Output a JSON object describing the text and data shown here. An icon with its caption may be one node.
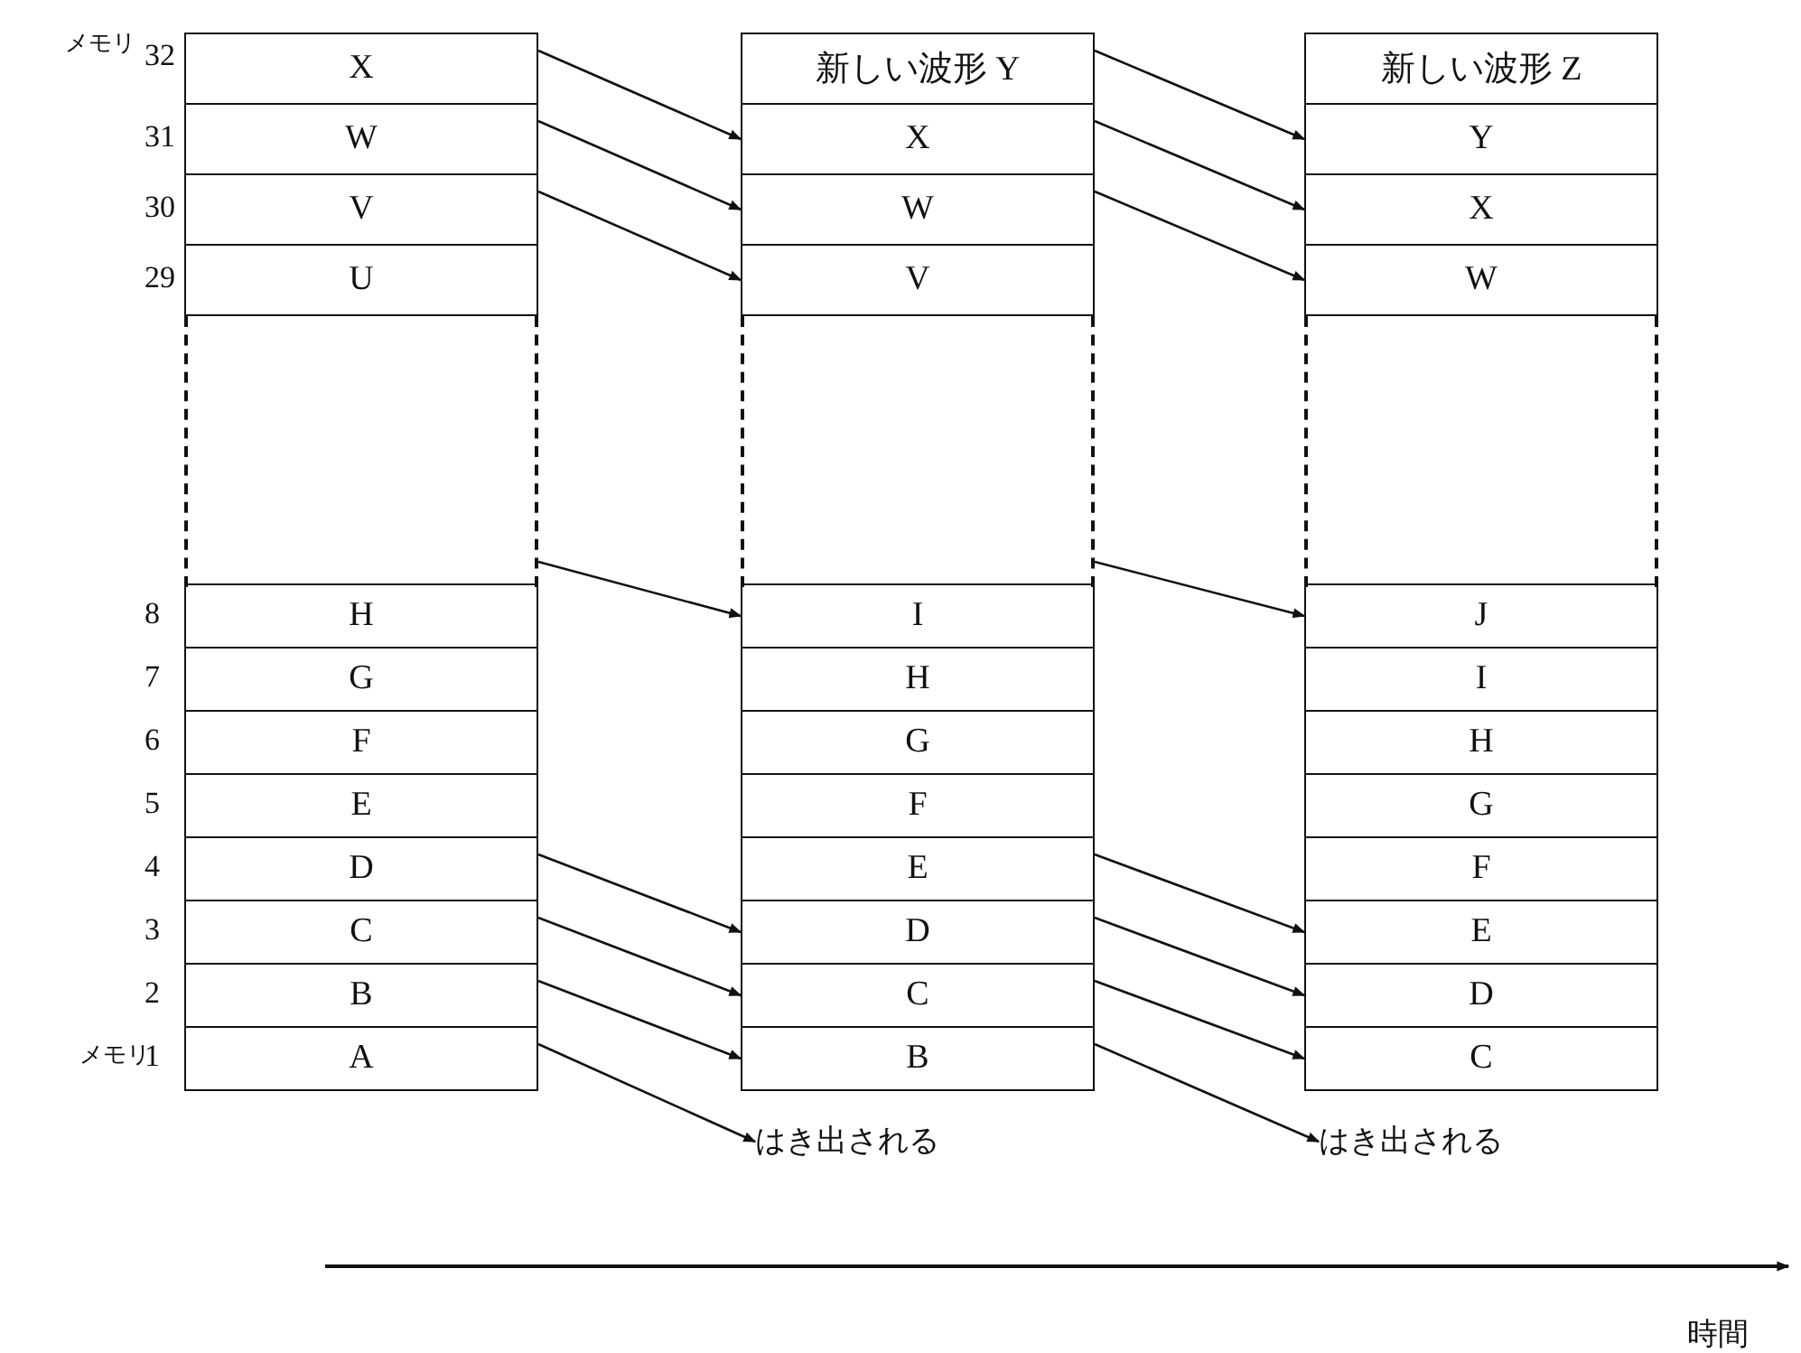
{
  "diagram": {
    "nodes": [
      {
        "text": [
          "X"
        ]
      },
      {
        "text": [
          "W"
        ]
      },
      {
        "text": [
          "V"
        ]
      },
      {
        "text": [
          "U"
        ]
      },
      {
        "text": [],
        "shape": "box"
      },
      {
        "text": [
          "H"
        ]
      },
      {
        "text": [
          "G"
        ]
      },
      {
        "text": [
          "F"
        ]
      },
      {
        "text": [
          "E"
        ]
      },
      {
        "text": [
          "D"
        ]
      },
      {
        "text": [
          "C"
        ]
      },
      {
        "text": [
          "B"
        ]
      },
      {
        "text": [
          "A"
        ]
      },
      {
        "text": [
          "新しい波形 Y"
        ]
      },
      {
        "text": [
          "X"
        ]
      },
      {
        "text": [
          "W"
        ]
      },
      {
        "text": [
          "V"
        ]
      },
      {
        "text": [],
        "shape": "box"
      },
      {
        "text": [
          "I"
        ]
      },
      {
        "text": [
          "H"
        ]
      },
      {
        "text": [
          "G"
        ]
      },
      {
        "text": [
          "F"
        ]
      },
      {
        "text": [
          "E"
        ]
      },
      {
        "text": [
          "D"
        ]
      },
      {
        "text": [
          "C"
        ]
      },
      {
        "text": [
          "B"
        ]
      },
      {
        "text": [
          "はき出される"
        ]
      },
      {
        "text": [
          "新しい波形 Z"
        ]
      },
      {
        "text": [
          "Y"
        ]
      },
      {
        "text": [
          "X"
        ]
      },
      {
        "text": [
          "W"
        ]
      },
      {
        "text": [],
        "shape": "box"
      },
      {
        "text": [
          "J"
        ]
      },
      {
        "text": [
          "I"
        ]
      },
      {
        "text": [
          "H"
        ]
      },
      {
        "text": [
          "G"
        ]
      },
      {
        "text": [
          "F"
        ]
      },
      {
        "text": [
          "E"
        ]
      },
      {
        "text": [
          "D"
        ]
      },
      {
        "text": [
          "C"
        ]
      },
      {
        "text": [
          "はき出される"
        ]
      }
    ],
    "edges": [
      {
        "from": 0,
        "to": 14,
        "arrow": "to"
      },
      {
        "from": 1,
        "to": 15,
        "arrow": "to"
      },
      {
        "from": 2,
        "to": 16,
        "arrow": "to"
      },
      {
        "from": 4,
        "to": 18,
        "arrow": "to"
      },
      {
        "from": 9,
        "to": 23,
        "arrow": "to"
      },
      {
        "from": 10,
        "to": 24,
        "arrow": "to"
      },
      {
        "from": 11,
        "to": 25,
        "arrow": "to"
      },
      {
        "from": 12,
        "to": 26,
        "arrow": "to"
      },
      {
        "from": 13,
        "to": 28,
        "arrow": "to"
      },
      {
        "from": 14,
        "to": 29,
        "arrow": "to"
      },
      {
        "from": 15,
        "to": 30,
        "arrow": "to"
      },
      {
        "from": 17,
        "to": 32,
        "arrow": "to"
      },
      {
        "from": 22,
        "to": 37,
        "arrow": "to"
      },
      {
        "from": 23,
        "to": 38,
        "arrow": "to"
      },
      {
        "from": 24,
        "to": 39,
        "arrow": "to"
      },
      {
        "from": 25,
        "to": 40,
        "arrow": "to"
      }
    ],
    "labels": [
      "メモリ",
      "32",
      "31",
      "30",
      "29",
      "8",
      "7",
      "6",
      "5",
      "4",
      "3",
      "2",
      "メモリ",
      "1",
      "時間"
    ]
  }
}
